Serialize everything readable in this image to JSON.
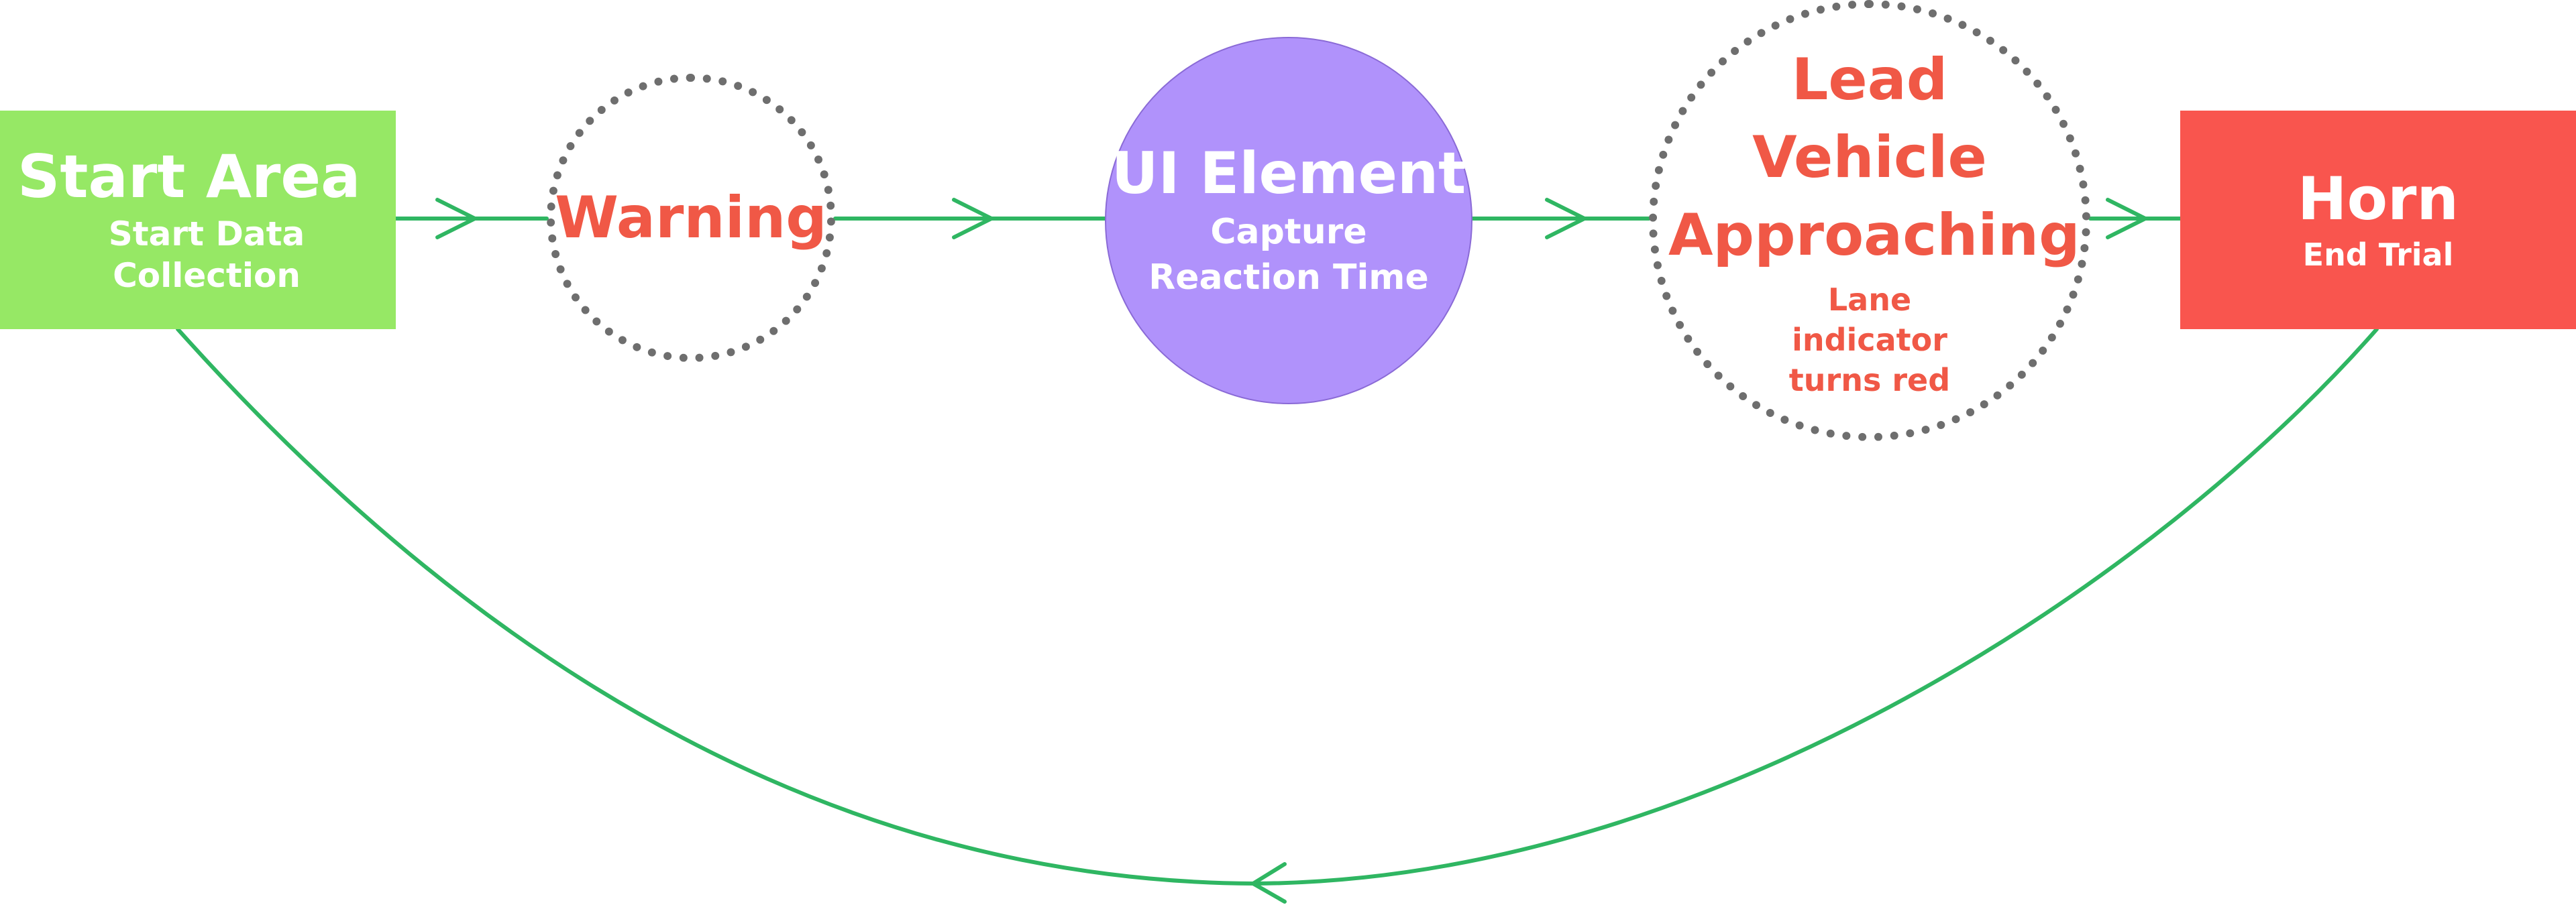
{
  "colors": {
    "connector": "#2fb662",
    "start_fill": "#96e865",
    "ui_fill": "#b092fb",
    "horn_fill": "#f9554e",
    "warning_text": "#f05846",
    "dotted_border": "#6e6e6e"
  },
  "nodes": {
    "start": {
      "title": "Start Area",
      "subtitle": "Start Data Collection"
    },
    "warning": {
      "title": "Warning"
    },
    "ui_element": {
      "title": "UI Element",
      "subtitle": "Capture Reaction Time"
    },
    "lead_vehicle": {
      "title": "Lead Vehicle Approaching",
      "subtitle": "Lane indicator turns red"
    },
    "horn": {
      "title": "Horn",
      "subtitle": "End Trial"
    }
  },
  "edges": [
    {
      "from": "start",
      "to": "warning"
    },
    {
      "from": "warning",
      "to": "ui_element"
    },
    {
      "from": "ui_element",
      "to": "lead_vehicle"
    },
    {
      "from": "lead_vehicle",
      "to": "horn"
    },
    {
      "from": "horn",
      "to": "start"
    }
  ]
}
